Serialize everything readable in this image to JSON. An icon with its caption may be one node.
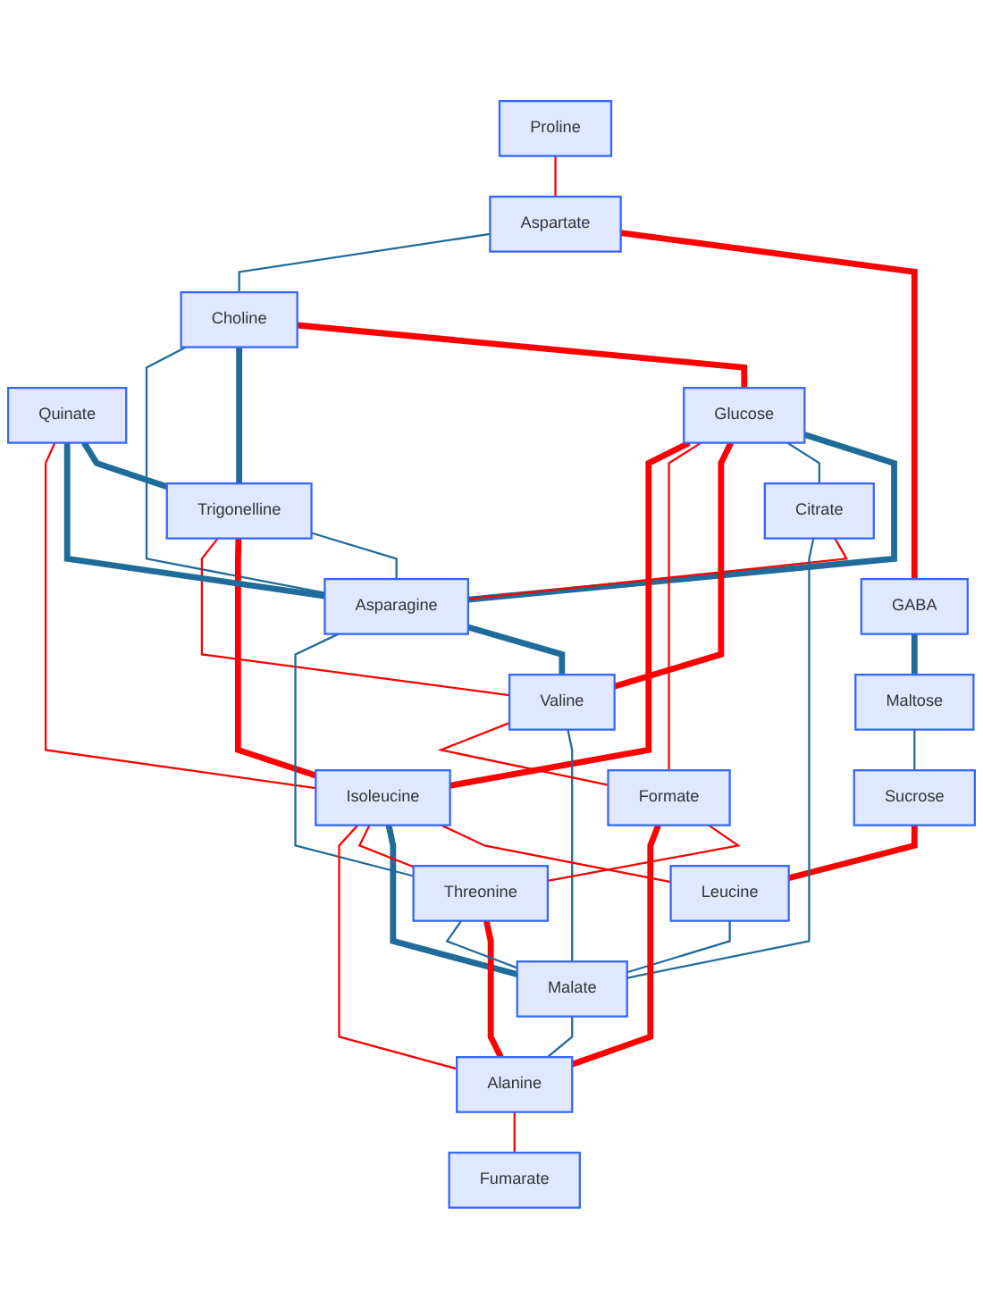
{
  "diagram": {
    "nodes": [
      {
        "text": [
          "Proline"
        ]
      },
      {
        "text": [
          "Aspartate"
        ]
      },
      {
        "text": [
          "GABA"
        ]
      },
      {
        "text": [
          "Maltose"
        ]
      },
      {
        "text": [
          "Choline"
        ]
      },
      {
        "text": [
          "Trigonelline"
        ]
      },
      {
        "text": [
          "Quinate"
        ]
      },
      {
        "text": [
          "Glucose"
        ]
      },
      {
        "text": [
          "Sucrose"
        ]
      },
      {
        "text": [
          "Asparagine"
        ]
      },
      {
        "text": [
          "Citrate"
        ]
      },
      {
        "text": [
          "Valine"
        ]
      },
      {
        "text": [
          "Isoleucine"
        ]
      },
      {
        "text": [
          "Leucine"
        ]
      },
      {
        "text": [
          "Formate"
        ]
      },
      {
        "text": [
          "Malate"
        ]
      },
      {
        "text": [
          "Threonine"
        ]
      },
      {
        "text": [
          "Alanine"
        ]
      },
      {
        "text": [
          "Fumarate"
        ]
      }
    ],
    "edges": [
      {
        "from": 0,
        "to": 1,
        "arrow": "none"
      },
      {
        "from": 1,
        "to": 2,
        "arrow": "none",
        "style": "thick"
      },
      {
        "from": 2,
        "to": 3,
        "arrow": "none",
        "style": "thick",
        "color": "#1f6b99"
      },
      {
        "from": 3,
        "to": 8,
        "arrow": "none",
        "color": "#1f6b99"
      },
      {
        "from": 8,
        "to": 13,
        "arrow": "none",
        "style": "thick"
      },
      {
        "from": 1,
        "to": 4,
        "arrow": "none",
        "color": "#1f6b99"
      },
      {
        "from": 4,
        "to": 7,
        "arrow": "none",
        "style": "thick"
      },
      {
        "from": 4,
        "to": 5,
        "arrow": "none",
        "style": "thick",
        "color": "#1f6b99"
      },
      {
        "from": 4,
        "to": 9,
        "arrow": "none",
        "color": "#1f6b99"
      },
      {
        "from": 6,
        "to": 5,
        "arrow": "none",
        "style": "thick",
        "color": "#1f6b99"
      },
      {
        "from": 5,
        "to": 9,
        "arrow": "none",
        "color": "#1f6b99"
      },
      {
        "from": 5,
        "to": 12,
        "arrow": "none",
        "style": "thick"
      },
      {
        "from": 5,
        "to": 11,
        "arrow": "none"
      },
      {
        "from": 6,
        "to": 9,
        "arrow": "none",
        "style": "thick",
        "color": "#1f6b99"
      },
      {
        "from": 6,
        "to": 12,
        "arrow": "none"
      },
      {
        "from": 7,
        "to": 9,
        "arrow": "none",
        "style": "thick",
        "color": "#1f6b99"
      },
      {
        "from": 7,
        "to": 10,
        "arrow": "none",
        "color": "#1f6b99"
      },
      {
        "from": 7,
        "to": 11,
        "arrow": "none",
        "style": "thick"
      },
      {
        "from": 7,
        "to": 14,
        "arrow": "none"
      },
      {
        "from": 7,
        "to": 12,
        "arrow": "none",
        "style": "thick"
      },
      {
        "from": 10,
        "to": 9,
        "arrow": "none"
      },
      {
        "from": 10,
        "to": 15,
        "arrow": "none",
        "color": "#1f6b99"
      },
      {
        "from": 9,
        "to": 11,
        "arrow": "none",
        "style": "thick",
        "color": "#1f6b99"
      },
      {
        "from": 9,
        "to": 16,
        "arrow": "none",
        "color": "#1f6b99"
      },
      {
        "from": 11,
        "to": 15,
        "arrow": "none",
        "color": "#1f6b99"
      },
      {
        "from": 11,
        "to": 14,
        "arrow": "none"
      },
      {
        "from": 12,
        "to": 13,
        "arrow": "none"
      },
      {
        "from": 12,
        "to": 15,
        "arrow": "none",
        "style": "thick",
        "color": "#1f6b99"
      },
      {
        "from": 12,
        "to": 16,
        "arrow": "none"
      },
      {
        "from": 12,
        "to": 17,
        "arrow": "none"
      },
      {
        "from": 13,
        "to": 15,
        "arrow": "none",
        "color": "#1f6b99"
      },
      {
        "from": 14,
        "to": 16,
        "arrow": "none"
      },
      {
        "from": 14,
        "to": 17,
        "arrow": "none",
        "style": "thick"
      },
      {
        "from": 16,
        "to": 17,
        "arrow": "none",
        "style": "thick"
      },
      {
        "from": 16,
        "to": 15,
        "arrow": "none",
        "color": "#1f6b99"
      },
      {
        "from": 15,
        "to": 17,
        "arrow": "none",
        "color": "#1f6b99"
      },
      {
        "from": 17,
        "to": 18,
        "arrow": "none"
      }
    ]
  }
}
